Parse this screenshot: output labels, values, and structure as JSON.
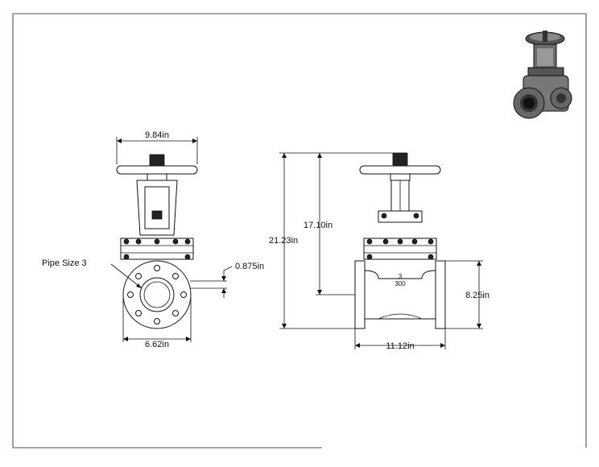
{
  "dimensions": {
    "handwheel_width": "9.84in",
    "pipe_size_label": "Pipe Size 3",
    "flange_offset": "0.875in",
    "flange_diameter": "6.62in",
    "stem_height": "17.10in",
    "overall_height": "21.23in",
    "body_height": "8.25in",
    "face_to_face": "11.12in"
  },
  "body_markings": {
    "size": "3",
    "class": "300"
  },
  "thumbnail": {
    "icon": "gate-valve-3d-icon"
  }
}
